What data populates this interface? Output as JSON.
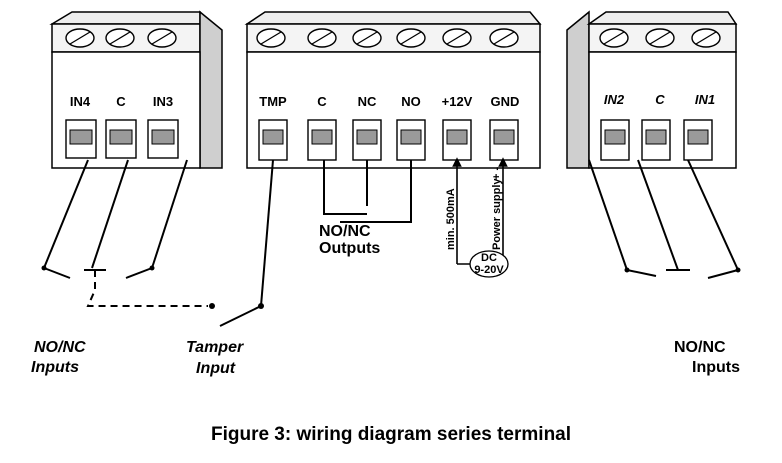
{
  "blocks": {
    "left": {
      "pins": [
        "IN4",
        "C",
        "IN3"
      ]
    },
    "middle": {
      "pins": [
        "TMP",
        "C",
        "NC",
        "NO",
        "+12V",
        "GND"
      ]
    },
    "right": {
      "pins": [
        "IN2",
        "C",
        "IN1"
      ]
    }
  },
  "labels": {
    "left_inputs": [
      "NO/NC",
      "Inputs"
    ],
    "tamper": [
      "Tamper",
      "Input"
    ],
    "outputs": [
      "NO/NC",
      "Outputs"
    ],
    "current": "min. 500mA",
    "power_supply": "Power supply",
    "power_signs": "+  -",
    "dc": [
      "DC",
      "9-20V"
    ],
    "right_inputs": [
      "NO/NC",
      "Inputs"
    ]
  },
  "caption": "Figure 3: wiring diagram series terminal",
  "colors": {
    "ink": "#000000",
    "block_face": "#ffffff",
    "block_side": "#d9d9d9",
    "block_dark": "#9a9a9a"
  }
}
